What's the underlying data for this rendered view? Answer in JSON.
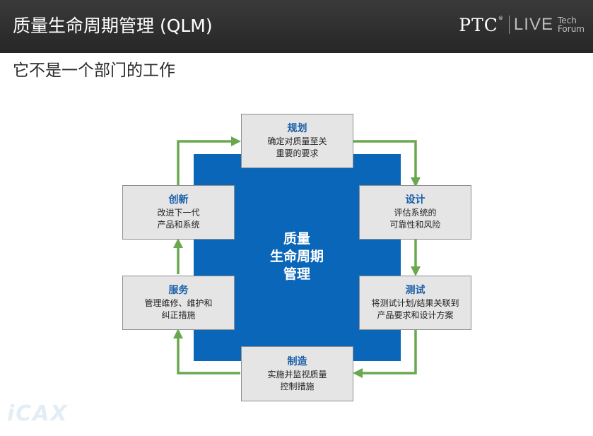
{
  "header": {
    "title": "质量生命周期管理 (QLM)",
    "logo": {
      "ptc": "PTC",
      "registered": "®",
      "live": "LIVE",
      "tech": "Tech",
      "forum": "Forum"
    }
  },
  "subtitle": "它不是一个部门的工作",
  "diagram": {
    "center": [
      "质量",
      "生命周期",
      "管理"
    ],
    "stages": [
      {
        "id": "plan",
        "title": "规划",
        "desc": [
          "确定对质量至关",
          "重要的要求"
        ]
      },
      {
        "id": "design",
        "title": "设计",
        "desc": [
          "评估系统的",
          "可靠性和风险"
        ]
      },
      {
        "id": "test",
        "title": "测试",
        "desc": [
          "将测试计划/结果关联到",
          "产品要求和设计方案"
        ]
      },
      {
        "id": "manufacture",
        "title": "制造",
        "desc": [
          "实施并监视质量",
          "控制措施"
        ]
      },
      {
        "id": "service",
        "title": "服务",
        "desc": [
          "管理维修、维护和",
          "纠正措施"
        ]
      },
      {
        "id": "innovate",
        "title": "创新",
        "desc": [
          "改进下一代",
          "产品和系统"
        ]
      }
    ],
    "arrow_color": "#6aa84f",
    "core_color": "#0a66b8"
  },
  "watermark": "iCAX"
}
